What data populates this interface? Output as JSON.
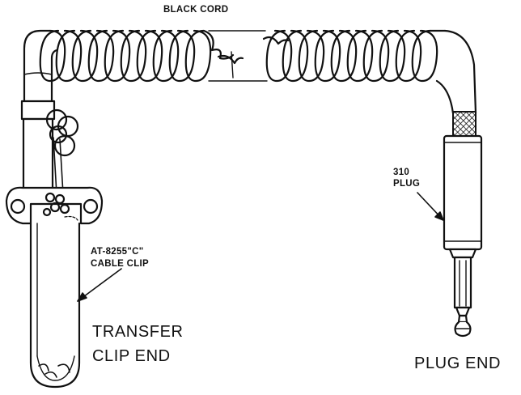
{
  "labels": {
    "black_cord": "BLACK CORD",
    "plug_310_line1": "310",
    "plug_310_line2": "PLUG",
    "cable_clip_line1": "AT-8255\"C\"",
    "cable_clip_line2": "CABLE CLIP",
    "transfer_line1": "TRANSFER",
    "transfer_line2": "CLIP END",
    "plug_end": "PLUG END"
  },
  "colors": {
    "ink": "#111111",
    "paper": "#ffffff"
  }
}
